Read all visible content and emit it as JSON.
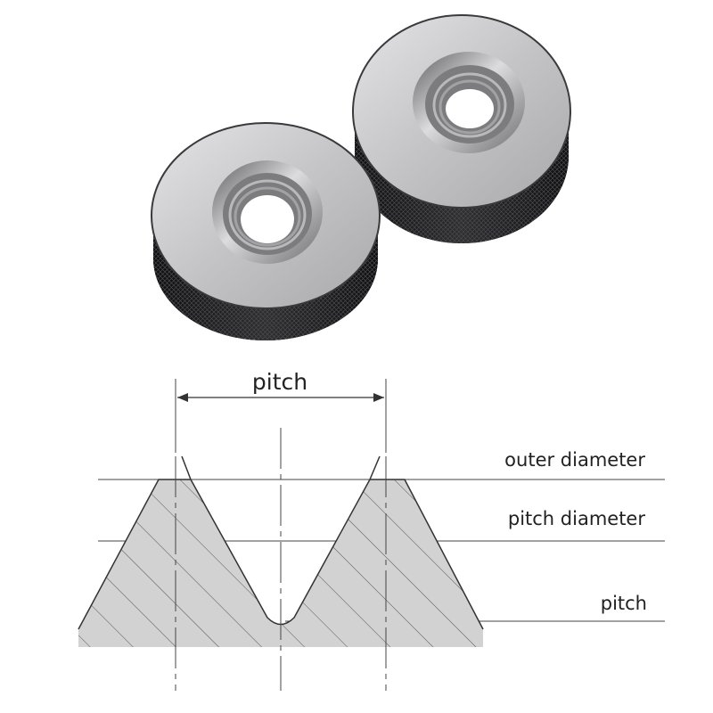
{
  "labels": {
    "pitch_top": "pitch",
    "outer_diameter": "outer diameter",
    "pitch_diameter": "pitch diameter",
    "pitch_side": "pitch"
  },
  "colors": {
    "background": "#ffffff",
    "profile_fill": "#d2d2d2",
    "line": "#333333",
    "hatch": "#555555",
    "gauge_face": "#c9c9cb",
    "gauge_knurl": "#1c1c1e",
    "gauge_bore": "#9a9a9c"
  }
}
